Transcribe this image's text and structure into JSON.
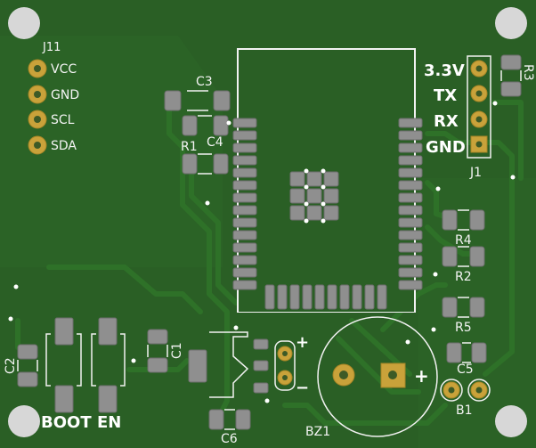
{
  "board": {
    "colors": {
      "substrate": "#2a5f25",
      "copper": "#2e7128",
      "silkscreen": "#f2f2f2",
      "pad": "#8f8f8f",
      "gold": "#c9a23a",
      "mounting_hole": "#d7d7d7"
    }
  },
  "j11": {
    "ref": "J11",
    "pins": [
      "VCC",
      "GND",
      "SCL",
      "SDA"
    ]
  },
  "j1": {
    "ref": "J1",
    "pins": [
      "3.3V",
      "TX",
      "RX",
      "GND"
    ]
  },
  "resistors": {
    "r1": "R1",
    "r2": "R2",
    "r3": "R3",
    "r4": "R4",
    "r5": "R5"
  },
  "capacitors": {
    "c1": "C1",
    "c2": "C2",
    "c3": "C3",
    "c4": "C4",
    "c5": "C5",
    "c6": "C6"
  },
  "buttons": {
    "boot": "BOOT",
    "en": "EN"
  },
  "buzzer": {
    "ref": "BZ1",
    "plus": "+"
  },
  "battery": {
    "ref": "B1",
    "plus": "+",
    "minus": "−"
  }
}
